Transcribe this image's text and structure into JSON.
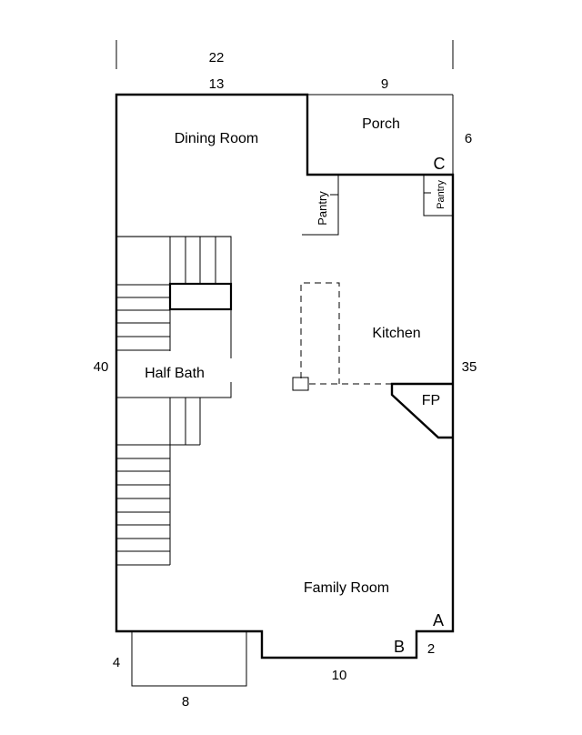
{
  "rooms": {
    "dining_room": "Dining Room",
    "porch": "Porch",
    "pantry_left": "Pantry",
    "pantry_right": "Pantry",
    "kitchen": "Kitchen",
    "half_bath": "Half Bath",
    "fireplace": "FP",
    "family_room": "Family Room"
  },
  "dimensions": {
    "overall_width": "22",
    "dining_width": "13",
    "porch_width": "9",
    "porch_depth": "6",
    "left_length": "40",
    "right_length": "35",
    "bay_depth": "4",
    "bay_width": "8",
    "bottom_width": "10",
    "notch_depth": "2"
  },
  "corners": {
    "a": "A",
    "b": "B",
    "c": "C"
  }
}
